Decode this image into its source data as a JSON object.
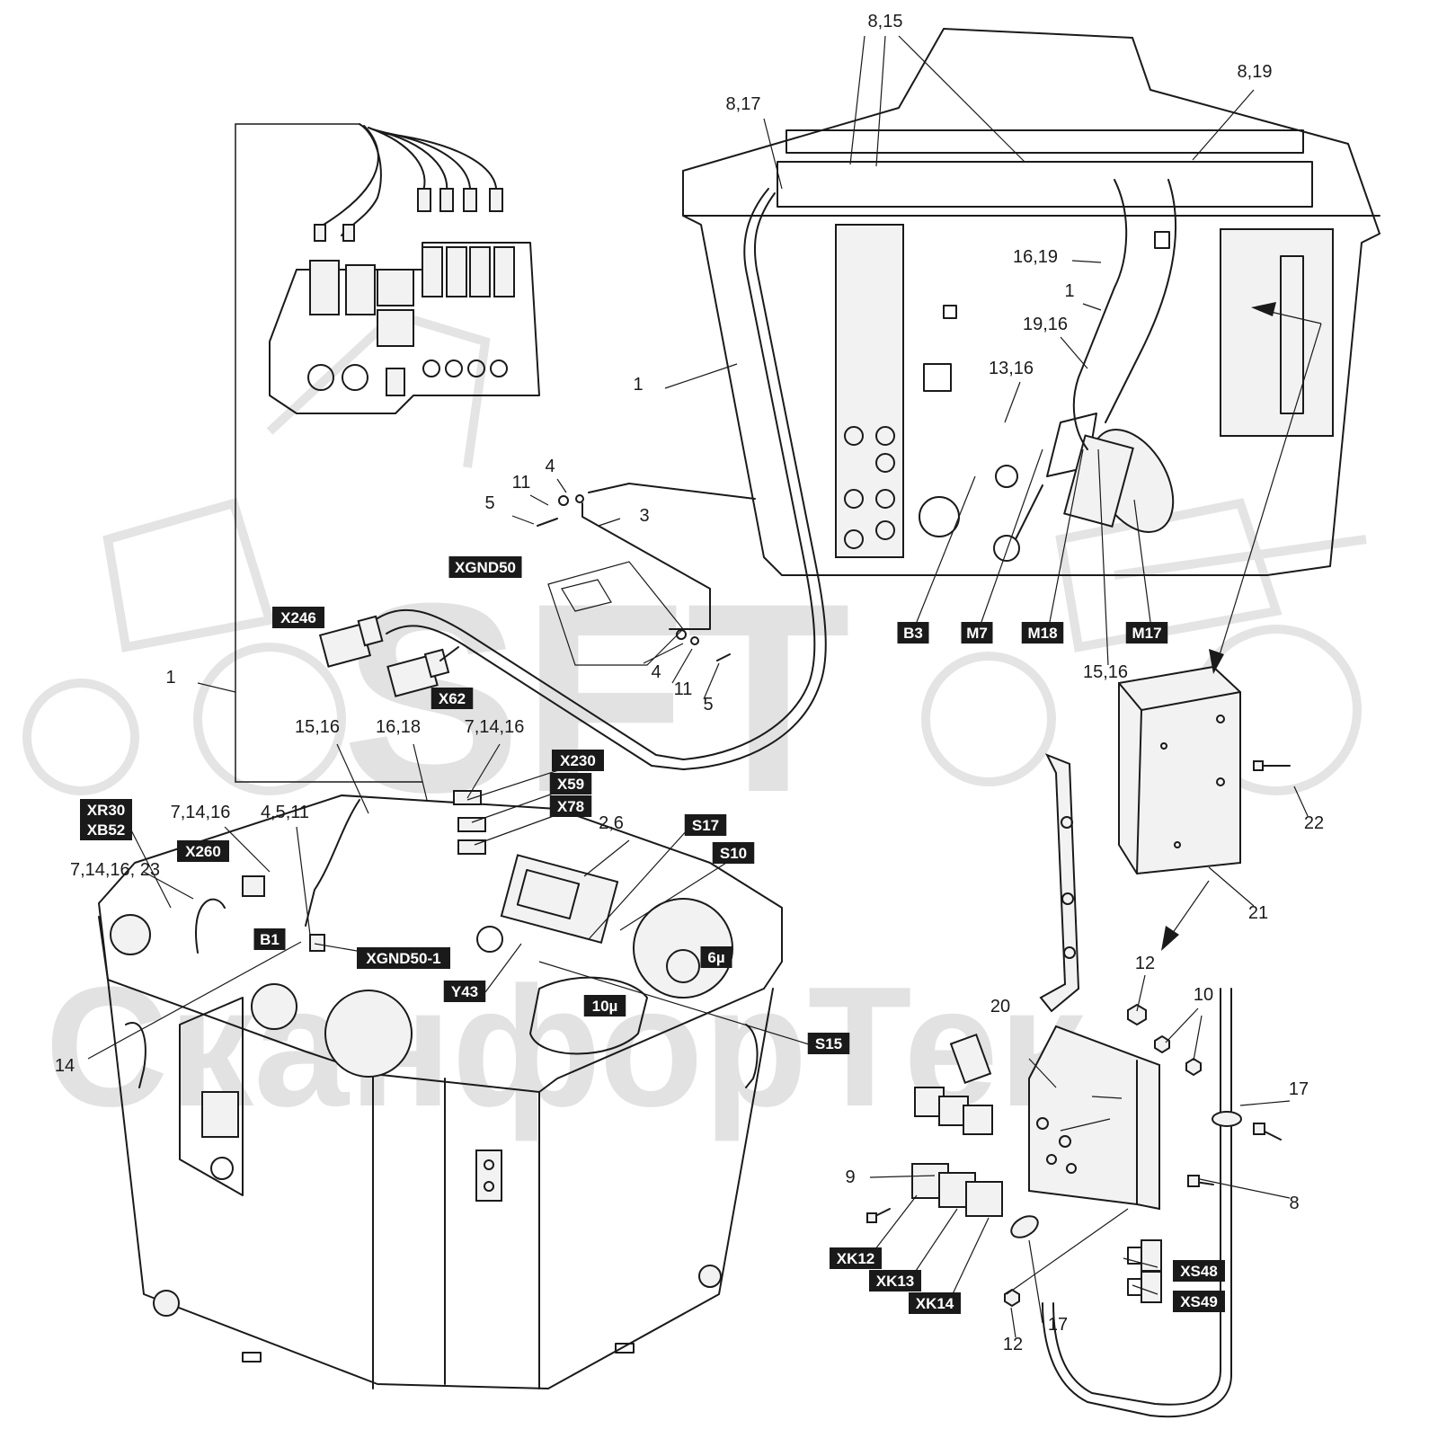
{
  "watermark": {
    "large": "SFT",
    "lower": "СканфорТек"
  },
  "connector_tags": [
    "XGND50",
    "X246",
    "X62",
    "X230",
    "X59",
    "X78",
    "XR30",
    "XB52",
    "X260",
    "S17",
    "S10",
    "B1",
    "XGND50-1",
    "Y43",
    "6µ",
    "10µ",
    "S15",
    "B3",
    "M7",
    "M18",
    "M17",
    "XK12",
    "XK13",
    "XK14",
    "XS48",
    "XS49"
  ],
  "callouts": [
    "8,15",
    "8,19",
    "8,17",
    "16,19",
    "1",
    "19,16",
    "13,16",
    "1",
    "5",
    "11",
    "4",
    "3",
    "4",
    "11",
    "5",
    "1",
    "15,16",
    "15,16",
    "16,18",
    "7,14,16",
    "7,14,16",
    "4,5,11",
    "2,6",
    "7,14,16, 23",
    "14",
    "22",
    "21",
    "12",
    "10",
    "17",
    "20",
    "9",
    "8",
    "17",
    "12"
  ]
}
